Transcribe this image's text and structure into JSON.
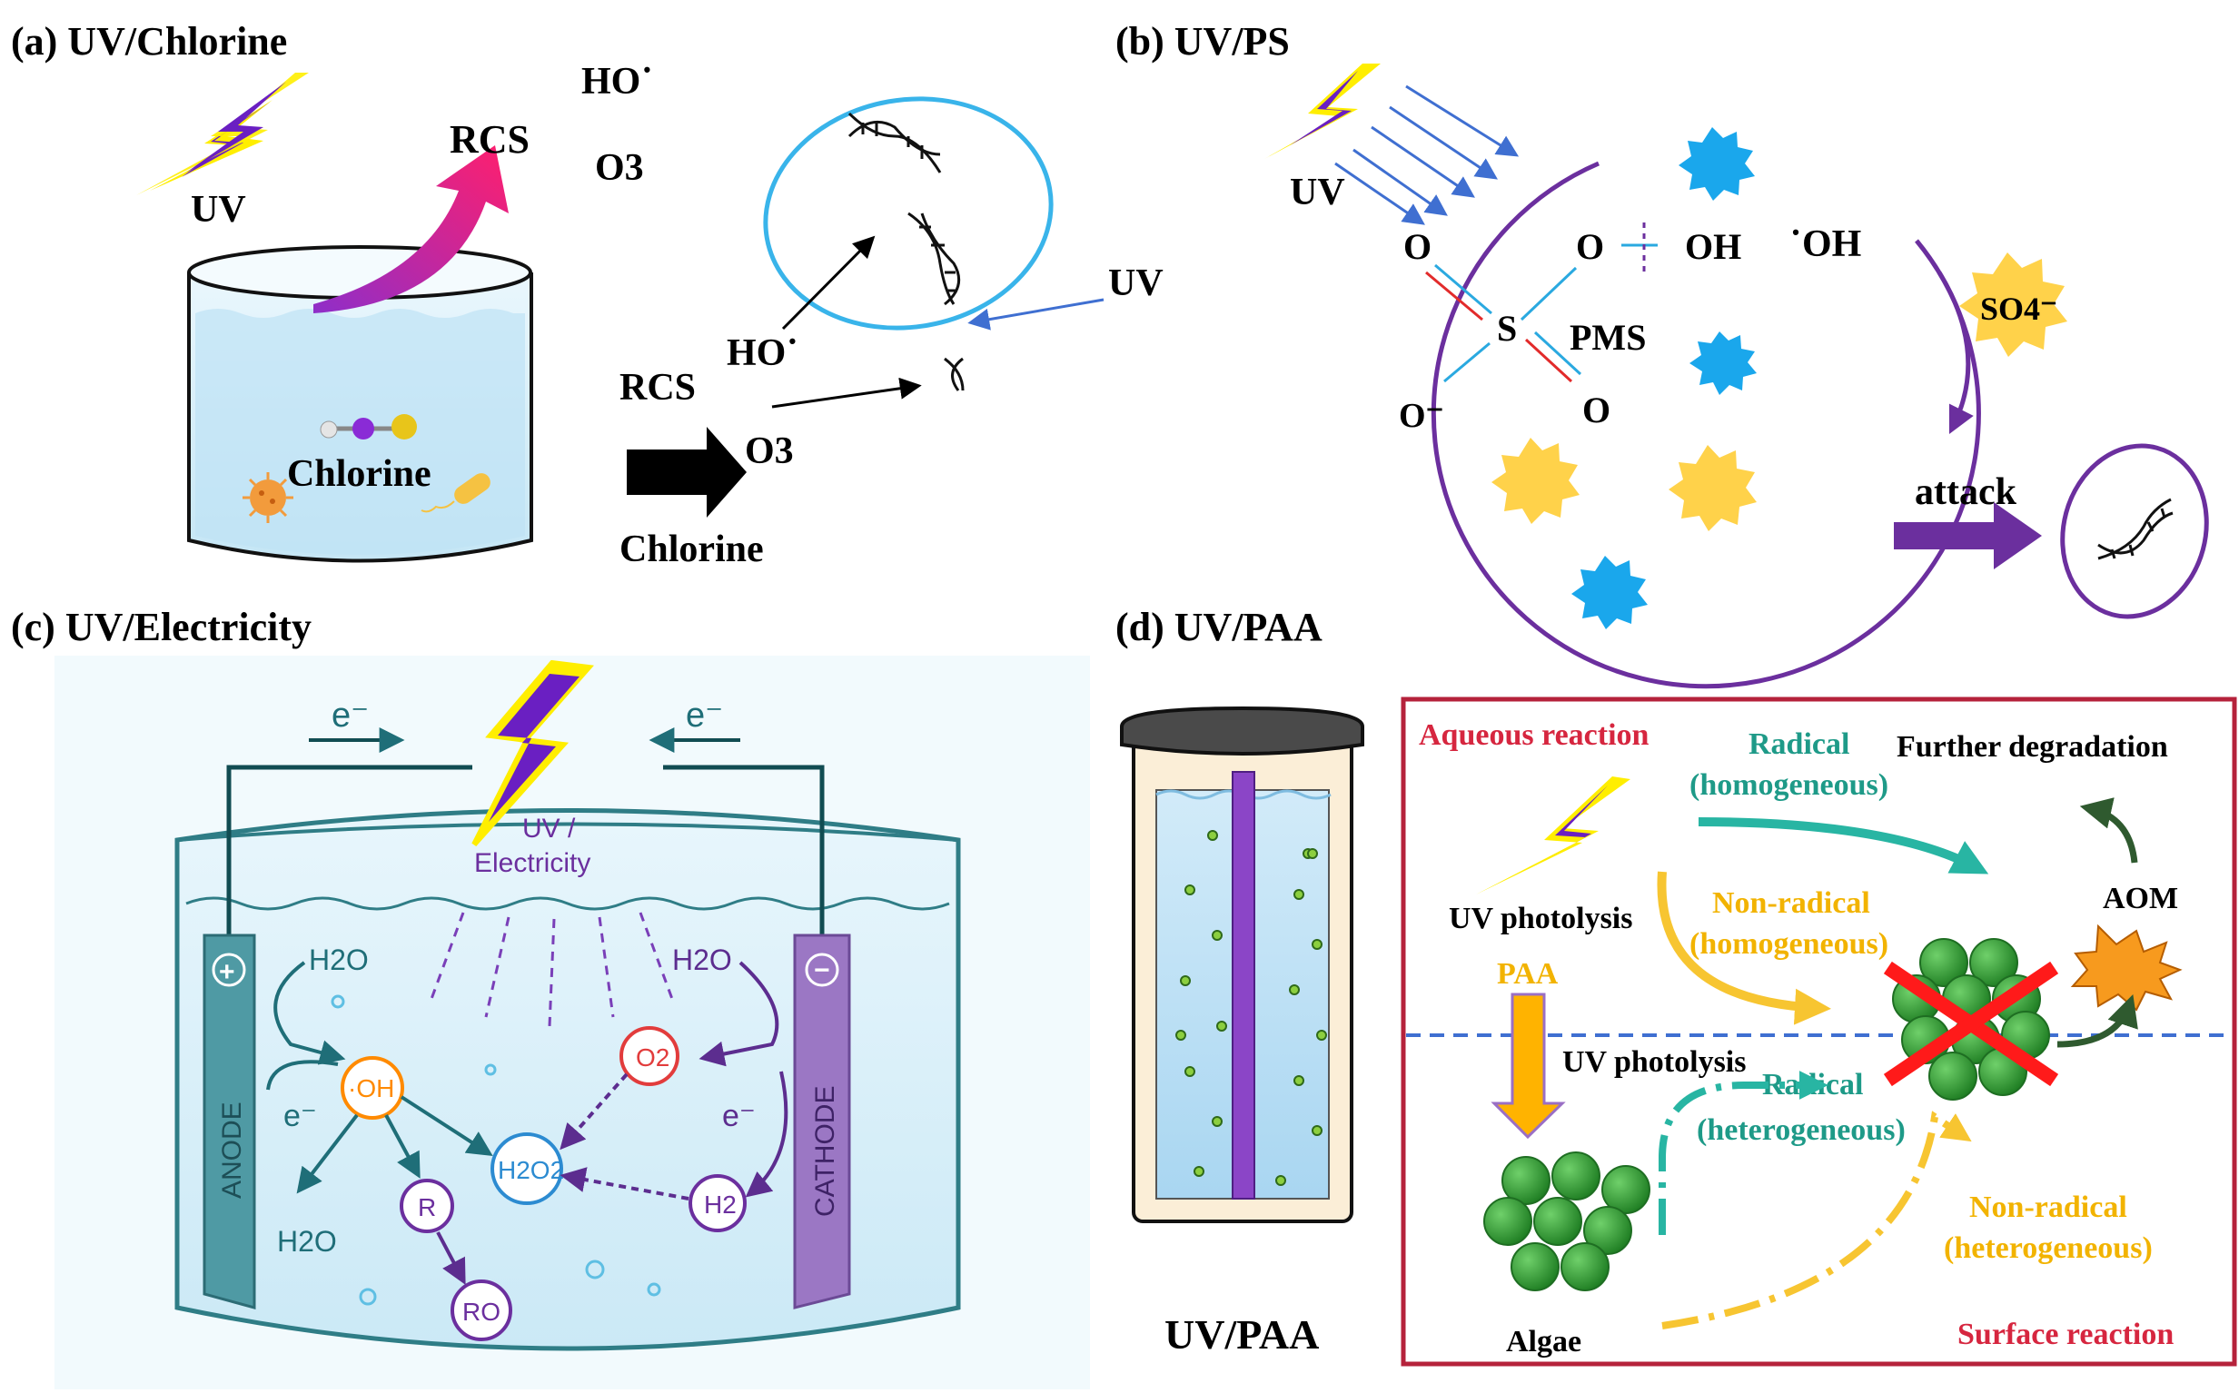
{
  "colors": {
    "water": "#d6effa",
    "water_edge": "#86c9e6",
    "bolt_yellow": "#ffee00",
    "bolt_purple": "#6a1fc2",
    "cyan_burst": "#1aa7ec",
    "yellow_burst": "#ffd24a",
    "purple": "#6b2f9e",
    "teal": "#1f6e78",
    "orange": "#ff8a00",
    "red": "#e23c3c",
    "green_cell": "#35a23a",
    "panel_border": "#b5223b",
    "radical_teal": "#28b5a3",
    "nonradical_yellow": "#f7c531",
    "blue_circle": "#39b4ea"
  },
  "panel_a": {
    "title": "(a) UV/Chlorine",
    "uv_label": "UV",
    "rcs_label": "RCS",
    "ho_top": "HO˙",
    "o3_top": "O3",
    "chlorine_label": "Chlorine",
    "ho_mid": "HO˙",
    "rcs_mid": "RCS",
    "o3_mid": "O3",
    "chlorine_bottom": "Chlorine",
    "uv_right": "UV"
  },
  "panel_b": {
    "title": "(b) UV/PS",
    "uv_label": "UV",
    "o_tl": "O",
    "o_tr": "O",
    "oh": "OH",
    "s": "S",
    "pms": "PMS",
    "o_minus": "O⁻",
    "o_br": "O",
    "oh_radical": "˙OH",
    "so4": "SO4⁻",
    "attack": "attack"
  },
  "panel_c": {
    "title": "(c) UV/Electricity",
    "e_left": "e⁻",
    "e_right": "e⁻",
    "uv_electricity": "UV /",
    "uv_electricity2": "Electricity",
    "anode": "ANODE",
    "cathode": "CATHODE",
    "plus": "+",
    "minus": "−",
    "h2o_tl": "H2O",
    "h2o_tr": "H2O",
    "e_l2": "e⁻",
    "e_r2": "e⁻",
    "oh_node": "·OH",
    "o2_node": "O2",
    "h2o2_node": "H2O2",
    "h2_node": "H2",
    "r_node": "R",
    "ro_node": "RO",
    "h2o_bottom": "H2O"
  },
  "panel_d": {
    "title": "(d) UV/PAA",
    "vessel_label": "UV/PAA",
    "aqueous_reaction": "Aqueous reaction",
    "radical_homo_1": "Radical",
    "radical_homo_2": "(homogeneous)",
    "further_degradation": "Further degradation",
    "uv_photolysis_top": "UV photolysis",
    "nonradical_homo_1": "Non-radical",
    "nonradical_homo_2": "(homogeneous)",
    "aom": "AOM",
    "paa": "PAA",
    "uv_photolysis_mid": "UV photolysis",
    "radical_het_1": "Radical",
    "radical_het_2": "(heterogeneous)",
    "nonradical_het_1": "Non-radical",
    "nonradical_het_2": "(heterogeneous)",
    "algae": "Algae",
    "surface_reaction": "Surface reaction"
  }
}
